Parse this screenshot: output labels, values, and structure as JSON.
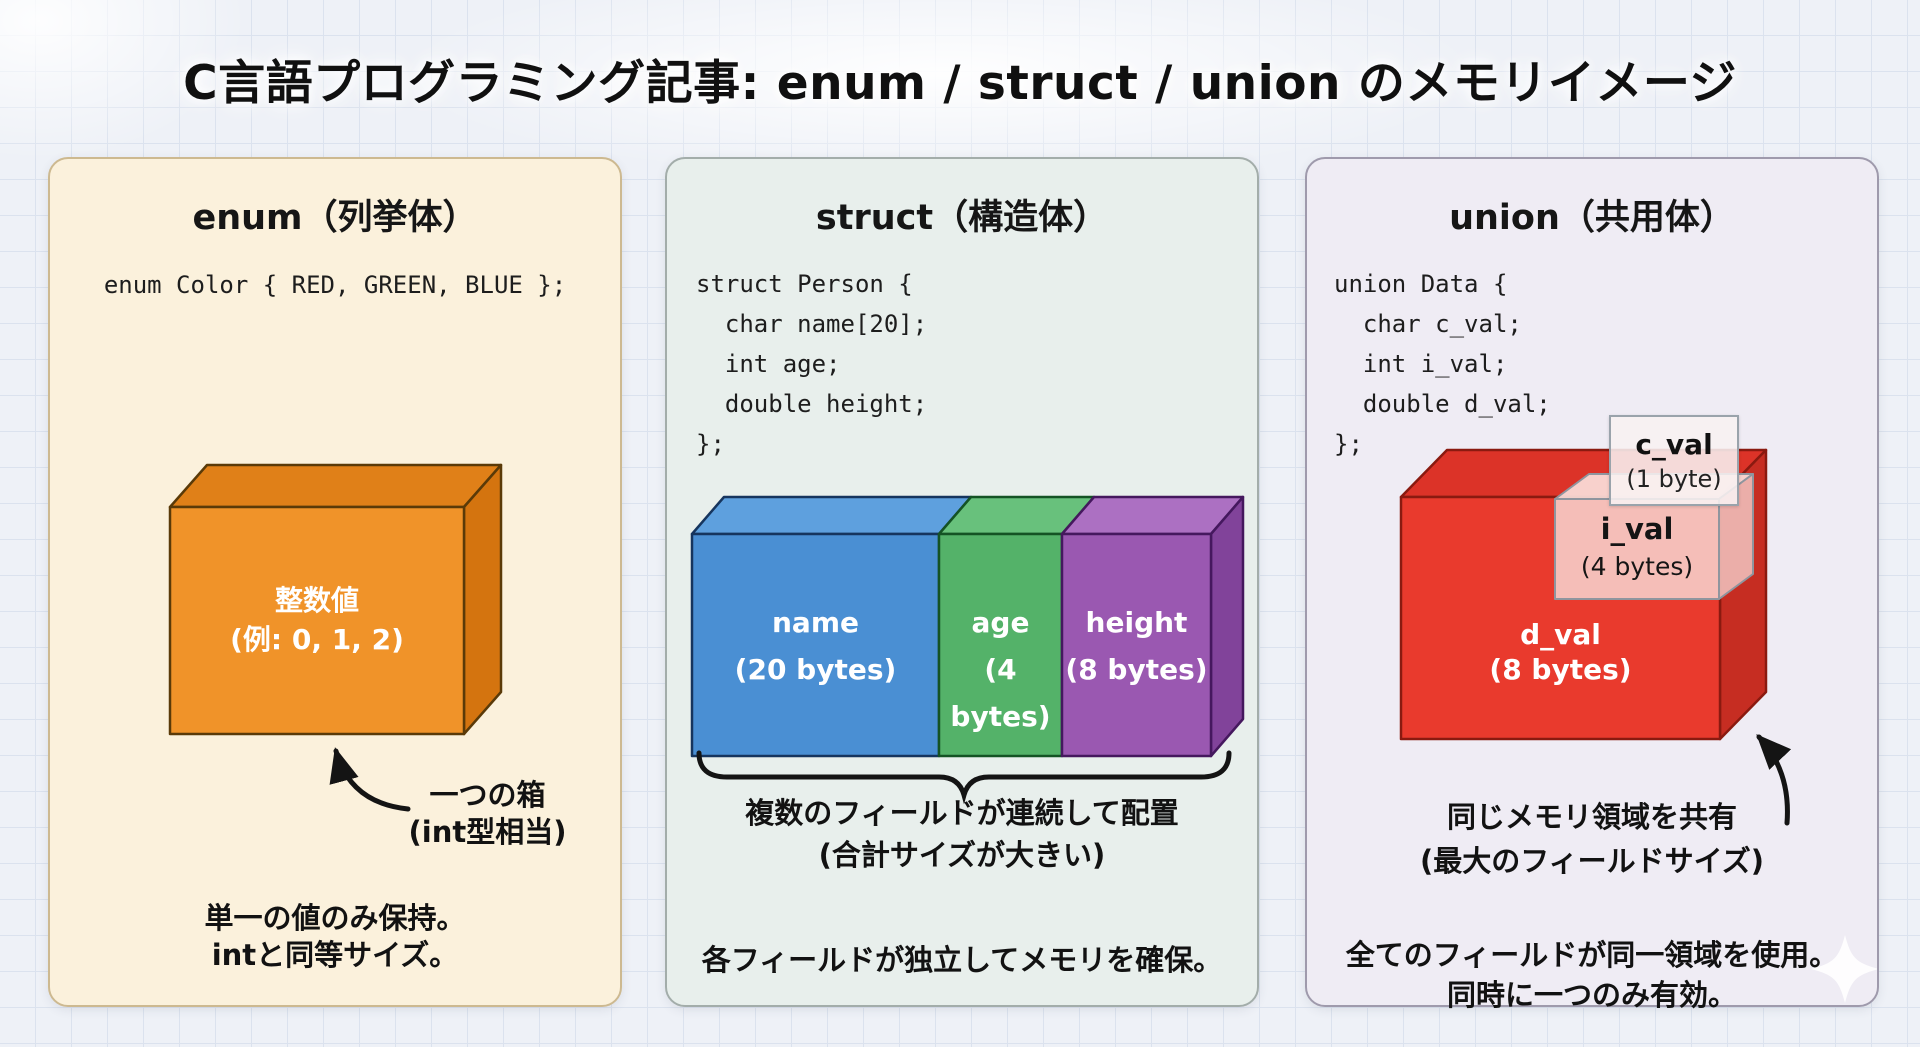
{
  "title": "C言語プログラミング記事: enum / struct / union のメモリイメージ",
  "colors": {
    "page_bg": "#eef1f7",
    "grid_line": "#dbe2ee",
    "title_text": "#101010",
    "enum_panel_bg": "#fbf1dc",
    "enum_panel_border": "#cdb990",
    "struct_panel_bg": "#e8efec",
    "struct_panel_border": "#a3adaa",
    "union_panel_bg": "#efecf4",
    "union_panel_border": "#9f9aac",
    "enum_box_front": "#f09329",
    "enum_box_top": "#e08018",
    "enum_box_side": "#d4740f",
    "name_box_front": "#4a8fd3",
    "age_box_front": "#54b269",
    "height_box_front": "#9a58b1",
    "dval_box_front": "#e93a2d",
    "overlay_box": "#f6cdc8",
    "annotation_text": "#121212"
  },
  "panels": {
    "enum": {
      "heading": "enum（列挙体）",
      "code": [
        "enum Color { RED, GREEN, BLUE };"
      ],
      "box": {
        "label": "整数値",
        "sublabel": "(例: 0, 1, 2)"
      },
      "note": [
        "一つの箱",
        "(int型相当)"
      ],
      "summary": [
        "単一の値のみ保持。",
        "intと同等サイズ。"
      ]
    },
    "struct": {
      "heading": "struct（構造体）",
      "code": [
        "struct Person {",
        "  char name[20];",
        "  int age;",
        "  double height;",
        "};"
      ],
      "blocks": [
        {
          "label": "name",
          "size": "(20 bytes)"
        },
        {
          "label": "age",
          "size": "(4 bytes)"
        },
        {
          "label": "height",
          "size": "(8 bytes)"
        }
      ],
      "note": [
        "複数のフィールドが連続して配置",
        "(合計サイズが大きい)"
      ],
      "summary": [
        "各フィールドが独立してメモリを確保。"
      ]
    },
    "union": {
      "heading": "union（共用体）",
      "code": [
        "union Data {",
        "  char c_val;",
        "  int i_val;",
        "  double d_val;",
        "};"
      ],
      "d_val": {
        "label": "d_val",
        "size": "(8 bytes)"
      },
      "i_val": {
        "label": "i_val",
        "size": "(4 bytes)"
      },
      "c_val": {
        "label": "c_val",
        "size": "(1 byte)"
      },
      "note": [
        "同じメモリ領域を共有",
        "(最大のフィールドサイズ)"
      ],
      "summary": [
        "全てのフィールドが同一領域を使用。",
        "同時に一つのみ有効。"
      ]
    }
  }
}
